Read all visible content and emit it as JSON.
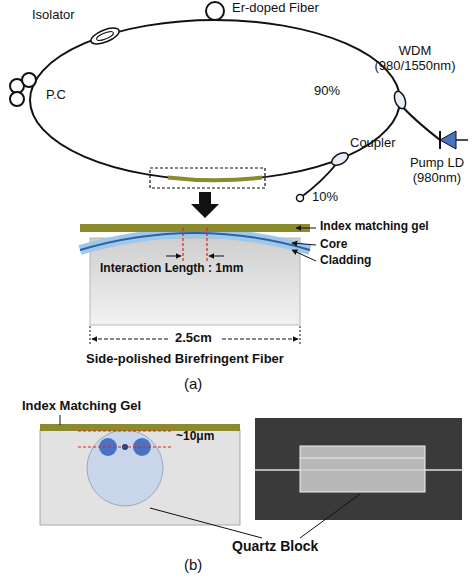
{
  "diagram": {
    "labels": [
      "Er-doped Fiber",
      "Isolator",
      "P.C",
      "WDM (980/1550nm)",
      "90%",
      "Pump LD (980nm)",
      "Coupler",
      "10%",
      "Index matching gel",
      "Interaction Length : 1mm",
      "Core",
      "Cladding",
      "2.5cm",
      "Side-polished Birefringent Fiber",
      "(a)",
      "Index Matching Gel",
      "~10μm",
      "Quartz Block",
      "(b)"
    ]
  }
}
